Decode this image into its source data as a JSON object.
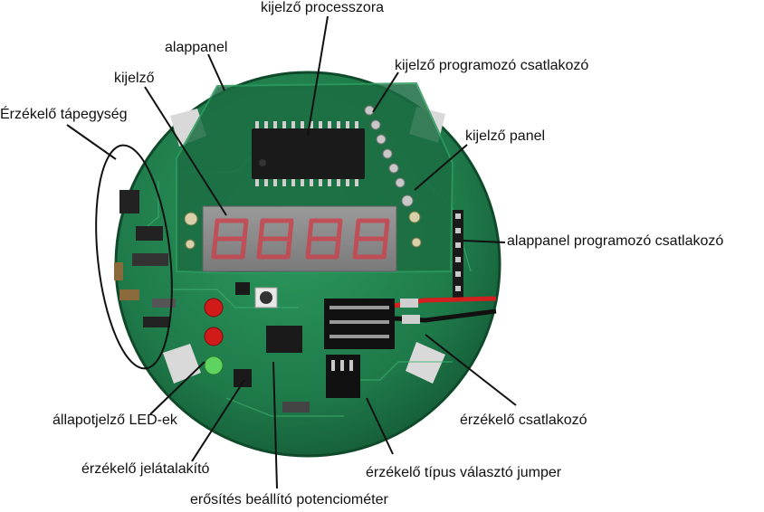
{
  "labels": {
    "display_processor": "kijelző processzora",
    "base_panel": "alappanel",
    "display_programming_connector": "kijelző programozó csatlakozó",
    "display": "kijelző",
    "sensor_power_supply": "Érzékelő tápegység",
    "display_panel": "kijelző panel",
    "base_panel_programming_connector": "alappanel programozó csatlakozó",
    "status_leds": "állapotjelző LED-ek",
    "sensor_connector": "érzékelő csatlakozó",
    "sensor_signal_converter": "érzékelő jelátalakító",
    "sensor_type_jumper": "érzékelő típus választó jumper",
    "gain_potentiometer": "erősítés beállító potenciométer"
  },
  "colors": {
    "pcb": "#1f7a4a",
    "pcb_dark": "#15603a",
    "display_body": "#8f8f8f",
    "segment_red": "#c8454f",
    "led_red": "#d11a1a",
    "led_green": "#5fd35f",
    "wire_red": "#d21f1f",
    "wire_black": "#111111"
  }
}
